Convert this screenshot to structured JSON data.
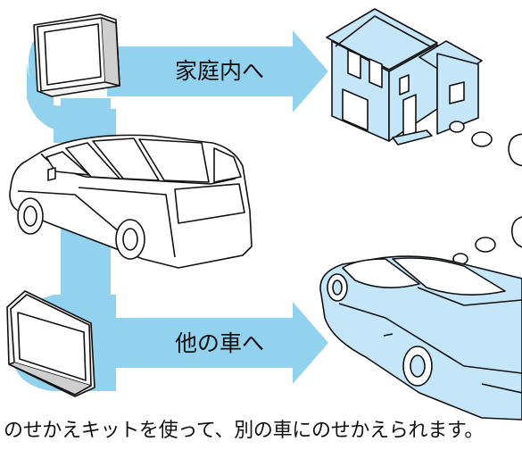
{
  "labels": {
    "to_home": "家庭内へ",
    "to_other_car": "他の車へ"
  },
  "caption": "のせかえキットを使って、別の車にのせかえられます。",
  "colors": {
    "accent_blue": "#93d2ef",
    "house_fill": "#c4e6f8",
    "car_fill": "#c4e6f8",
    "outline": "#111111",
    "screen_frame": "#e6e6e6"
  },
  "icons": {
    "tv_top": "portable-monitor-icon",
    "tv_bottom": "portable-monitor-icon",
    "minivan": "minivan-icon",
    "house": "house-icon",
    "sedan": "sedan-icon"
  }
}
